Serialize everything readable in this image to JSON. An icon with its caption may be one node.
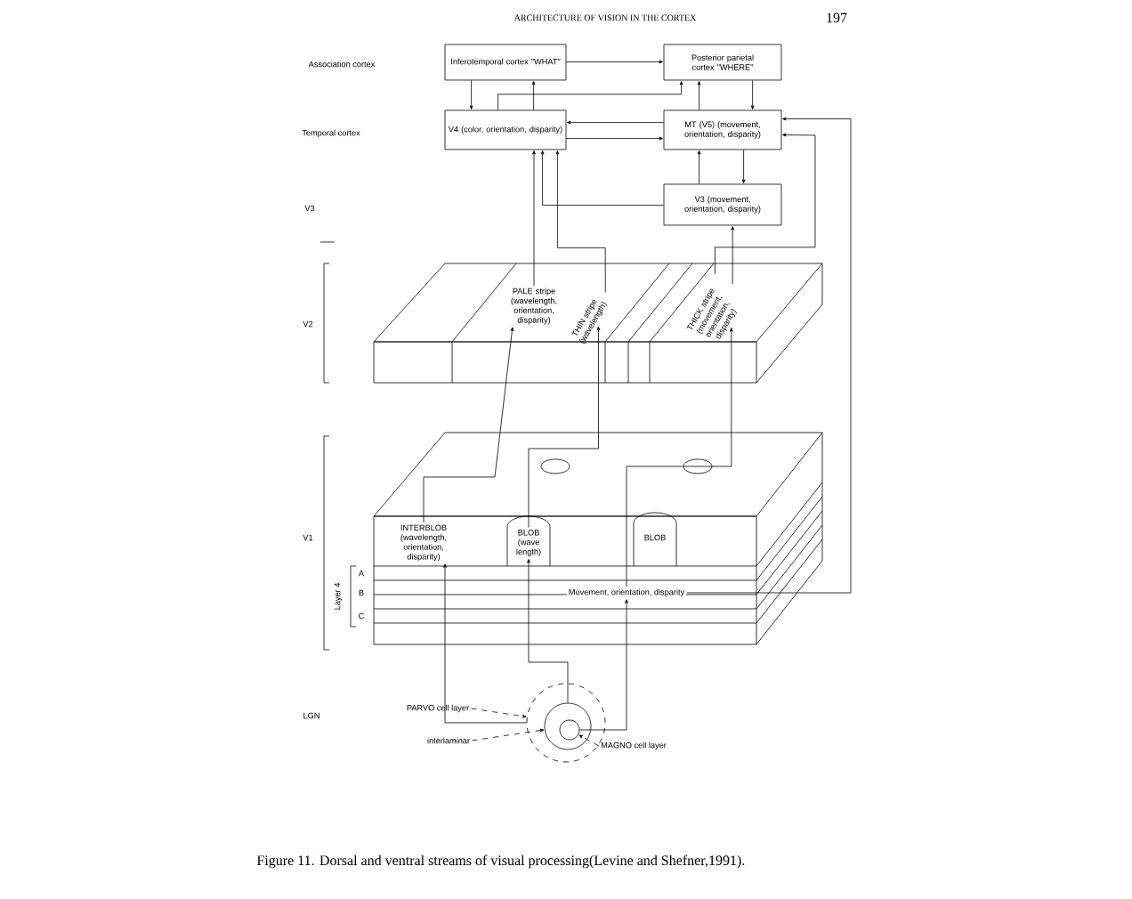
{
  "diagram": {
    "caption": "Figure 11. Dorsal and ventral streams of visual processing(Levine and Shefner,1991).",
    "nodes": [
      {
        "text": [
          "Inferotemporal cortex \"WHAT\""
        ]
      },
      {
        "text": [
          "Posterior parietal cortex \"WHERE\""
        ]
      },
      {
        "text": [
          "V4 (color, orientation, disparity)"
        ]
      },
      {
        "text": [
          "MT (V5) (movement, orientation, disparity)"
        ]
      },
      {
        "text": [
          "V3 (movement, orientation, disparity)"
        ]
      },
      {
        "text": [
          "PALE stripe (wavelength, orientation, disparity)"
        ]
      },
      {
        "text": [
          "THIN stripe (wavelength)"
        ]
      },
      {
        "text": [
          "THICK stripe (movement, orientation, disparity)"
        ]
      },
      {
        "text": [
          "INTERBLOB (wavelength, orientation, disparity)"
        ]
      },
      {
        "text": [
          "BLOB (wave length)"
        ]
      },
      {
        "text": [
          "BLOB"
        ]
      },
      {
        "text": [
          "Movement, orientation, disparity"
        ]
      },
      {
        "text": [
          "PARVO cell layer"
        ]
      },
      {
        "text": [
          "interlaminar"
        ]
      },
      {
        "text": [
          "MAGNO cell layer"
        ]
      },
      {
        "text": [],
        "shape": "circle"
      },
      {
        "text": [],
        "shape": "circle",
        "in": 15
      },
      {
        "text": [],
        "shape": "circle",
        "in": 16
      }
    ],
    "edges": [
      {
        "from": 0,
        "to": 1,
        "arrow": "to"
      },
      {
        "from": 2,
        "to": 0,
        "arrow": "to"
      },
      {
        "from": 0,
        "to": 2,
        "arrow": "to"
      },
      {
        "from": 3,
        "to": 1,
        "arrow": "to"
      },
      {
        "from": 1,
        "to": 3,
        "arrow": "to"
      },
      {
        "from": 3,
        "to": 2,
        "arrow": "to"
      },
      {
        "from": 2,
        "to": 3,
        "arrow": "to"
      },
      {
        "from": 2,
        "to": 1,
        "arrow": "to"
      },
      {
        "from": 4,
        "to": 3,
        "arrow": "to"
      },
      {
        "from": 3,
        "to": 4,
        "arrow": "to"
      },
      {
        "from": 4,
        "to": 2,
        "arrow": "to"
      },
      {
        "from": 5,
        "to": 2,
        "arrow": "to"
      },
      {
        "from": 6,
        "to": 2,
        "arrow": "to"
      },
      {
        "from": 7,
        "to": 3,
        "arrow": "to"
      },
      {
        "from": 7,
        "to": 4,
        "arrow": "to"
      },
      {
        "from": 8,
        "to": 5,
        "arrow": "to"
      },
      {
        "from": 9,
        "to": 6,
        "arrow": "to"
      },
      {
        "from": 11,
        "to": 7,
        "arrow": "to"
      },
      {
        "from": 11,
        "to": 3,
        "arrow": "to"
      },
      {
        "from": 15,
        "to": 8,
        "arrow": "to"
      },
      {
        "from": 16,
        "to": 9,
        "arrow": "to"
      },
      {
        "from": 17,
        "to": 11,
        "arrow": "to"
      },
      {
        "from": 12,
        "to": 15,
        "arrow": "to",
        "style": "dashed"
      },
      {
        "from": 13,
        "to": 16,
        "arrow": "to",
        "style": "dashed"
      },
      {
        "from": 14,
        "to": 17,
        "arrow": "to",
        "style": "dashed"
      }
    ],
    "labels": [
      "ARCHITECTURE OF VISION IN THE CORTEX",
      "197",
      "Association cortex",
      "Temporal cortex",
      "V3",
      "V2",
      "V1",
      "Layer 4",
      "A",
      "B",
      "C",
      "LGN"
    ]
  }
}
